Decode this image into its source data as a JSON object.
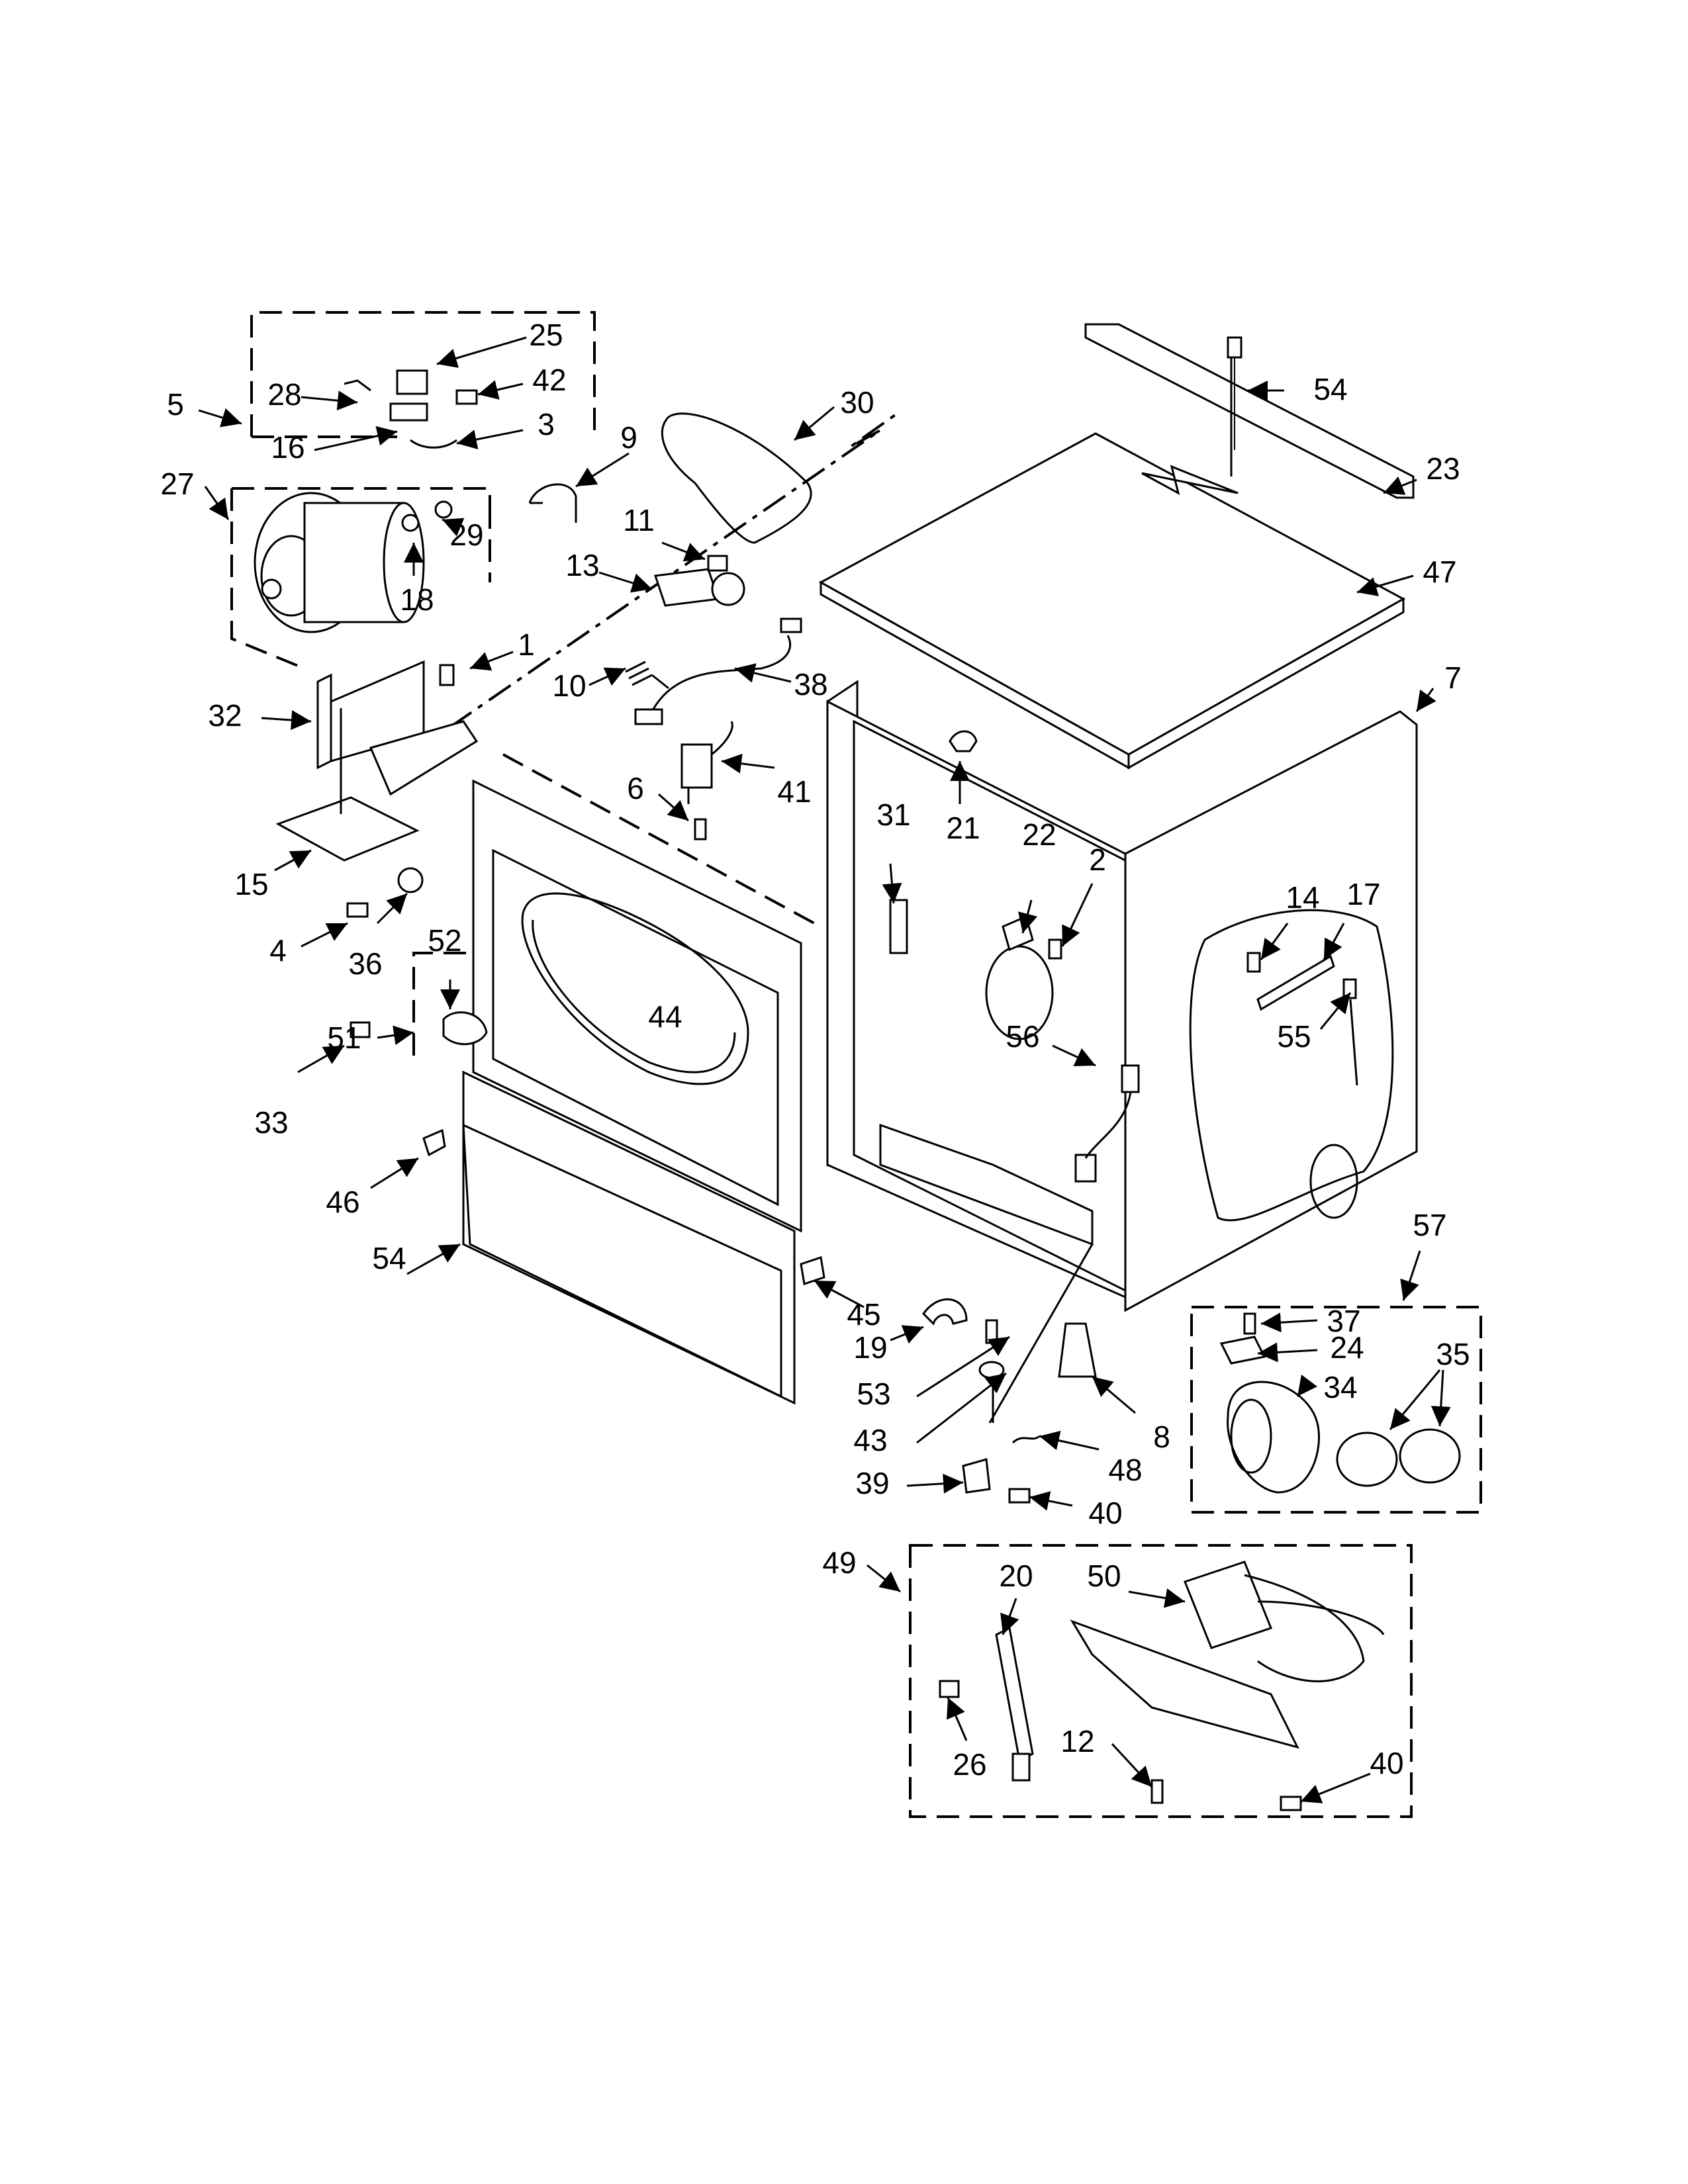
{
  "diagram": {
    "type": "exploded-parts-view",
    "accent_color": "#000000",
    "background_color": "#ffffff",
    "callouts": [
      {
        "id": "c5",
        "text": "5"
      },
      {
        "id": "c25",
        "text": "25"
      },
      {
        "id": "c28",
        "text": "28"
      },
      {
        "id": "c42",
        "text": "42"
      },
      {
        "id": "c16",
        "text": "16"
      },
      {
        "id": "c3",
        "text": "3"
      },
      {
        "id": "c30",
        "text": "30"
      },
      {
        "id": "c9",
        "text": "9"
      },
      {
        "id": "c27",
        "text": "27"
      },
      {
        "id": "c18",
        "text": "18"
      },
      {
        "id": "c29",
        "text": "29"
      },
      {
        "id": "c11",
        "text": "11"
      },
      {
        "id": "c13",
        "text": "13"
      },
      {
        "id": "c1",
        "text": "1"
      },
      {
        "id": "c10",
        "text": "10"
      },
      {
        "id": "c38",
        "text": "38"
      },
      {
        "id": "c32",
        "text": "32"
      },
      {
        "id": "c41",
        "text": "41"
      },
      {
        "id": "c6",
        "text": "6"
      },
      {
        "id": "c15",
        "text": "15"
      },
      {
        "id": "c4",
        "text": "4"
      },
      {
        "id": "c36",
        "text": "36"
      },
      {
        "id": "c52",
        "text": "52"
      },
      {
        "id": "c51",
        "text": "51"
      },
      {
        "id": "c44",
        "text": "44"
      },
      {
        "id": "c33",
        "text": "33"
      },
      {
        "id": "c46",
        "text": "46"
      },
      {
        "id": "c54a",
        "text": "54"
      },
      {
        "id": "c45",
        "text": "45"
      },
      {
        "id": "c54b",
        "text": "54"
      },
      {
        "id": "c23",
        "text": "23"
      },
      {
        "id": "c47",
        "text": "47"
      },
      {
        "id": "c7",
        "text": "7"
      },
      {
        "id": "c31",
        "text": "31"
      },
      {
        "id": "c21",
        "text": "21"
      },
      {
        "id": "c22",
        "text": "22"
      },
      {
        "id": "c2",
        "text": "2"
      },
      {
        "id": "c14",
        "text": "14"
      },
      {
        "id": "c17",
        "text": "17"
      },
      {
        "id": "c55",
        "text": "55"
      },
      {
        "id": "c56",
        "text": "56"
      },
      {
        "id": "c57",
        "text": "57"
      },
      {
        "id": "c37",
        "text": "37"
      },
      {
        "id": "c24",
        "text": "24"
      },
      {
        "id": "c35",
        "text": "35"
      },
      {
        "id": "c34",
        "text": "34"
      },
      {
        "id": "c19",
        "text": "19"
      },
      {
        "id": "c53",
        "text": "53"
      },
      {
        "id": "c43",
        "text": "43"
      },
      {
        "id": "c8",
        "text": "8"
      },
      {
        "id": "c48",
        "text": "48"
      },
      {
        "id": "c39",
        "text": "39"
      },
      {
        "id": "c40a",
        "text": "40"
      },
      {
        "id": "c49",
        "text": "49"
      },
      {
        "id": "c20",
        "text": "20"
      },
      {
        "id": "c50",
        "text": "50"
      },
      {
        "id": "c26",
        "text": "26"
      },
      {
        "id": "c12",
        "text": "12"
      },
      {
        "id": "c40b",
        "text": "40"
      }
    ]
  }
}
